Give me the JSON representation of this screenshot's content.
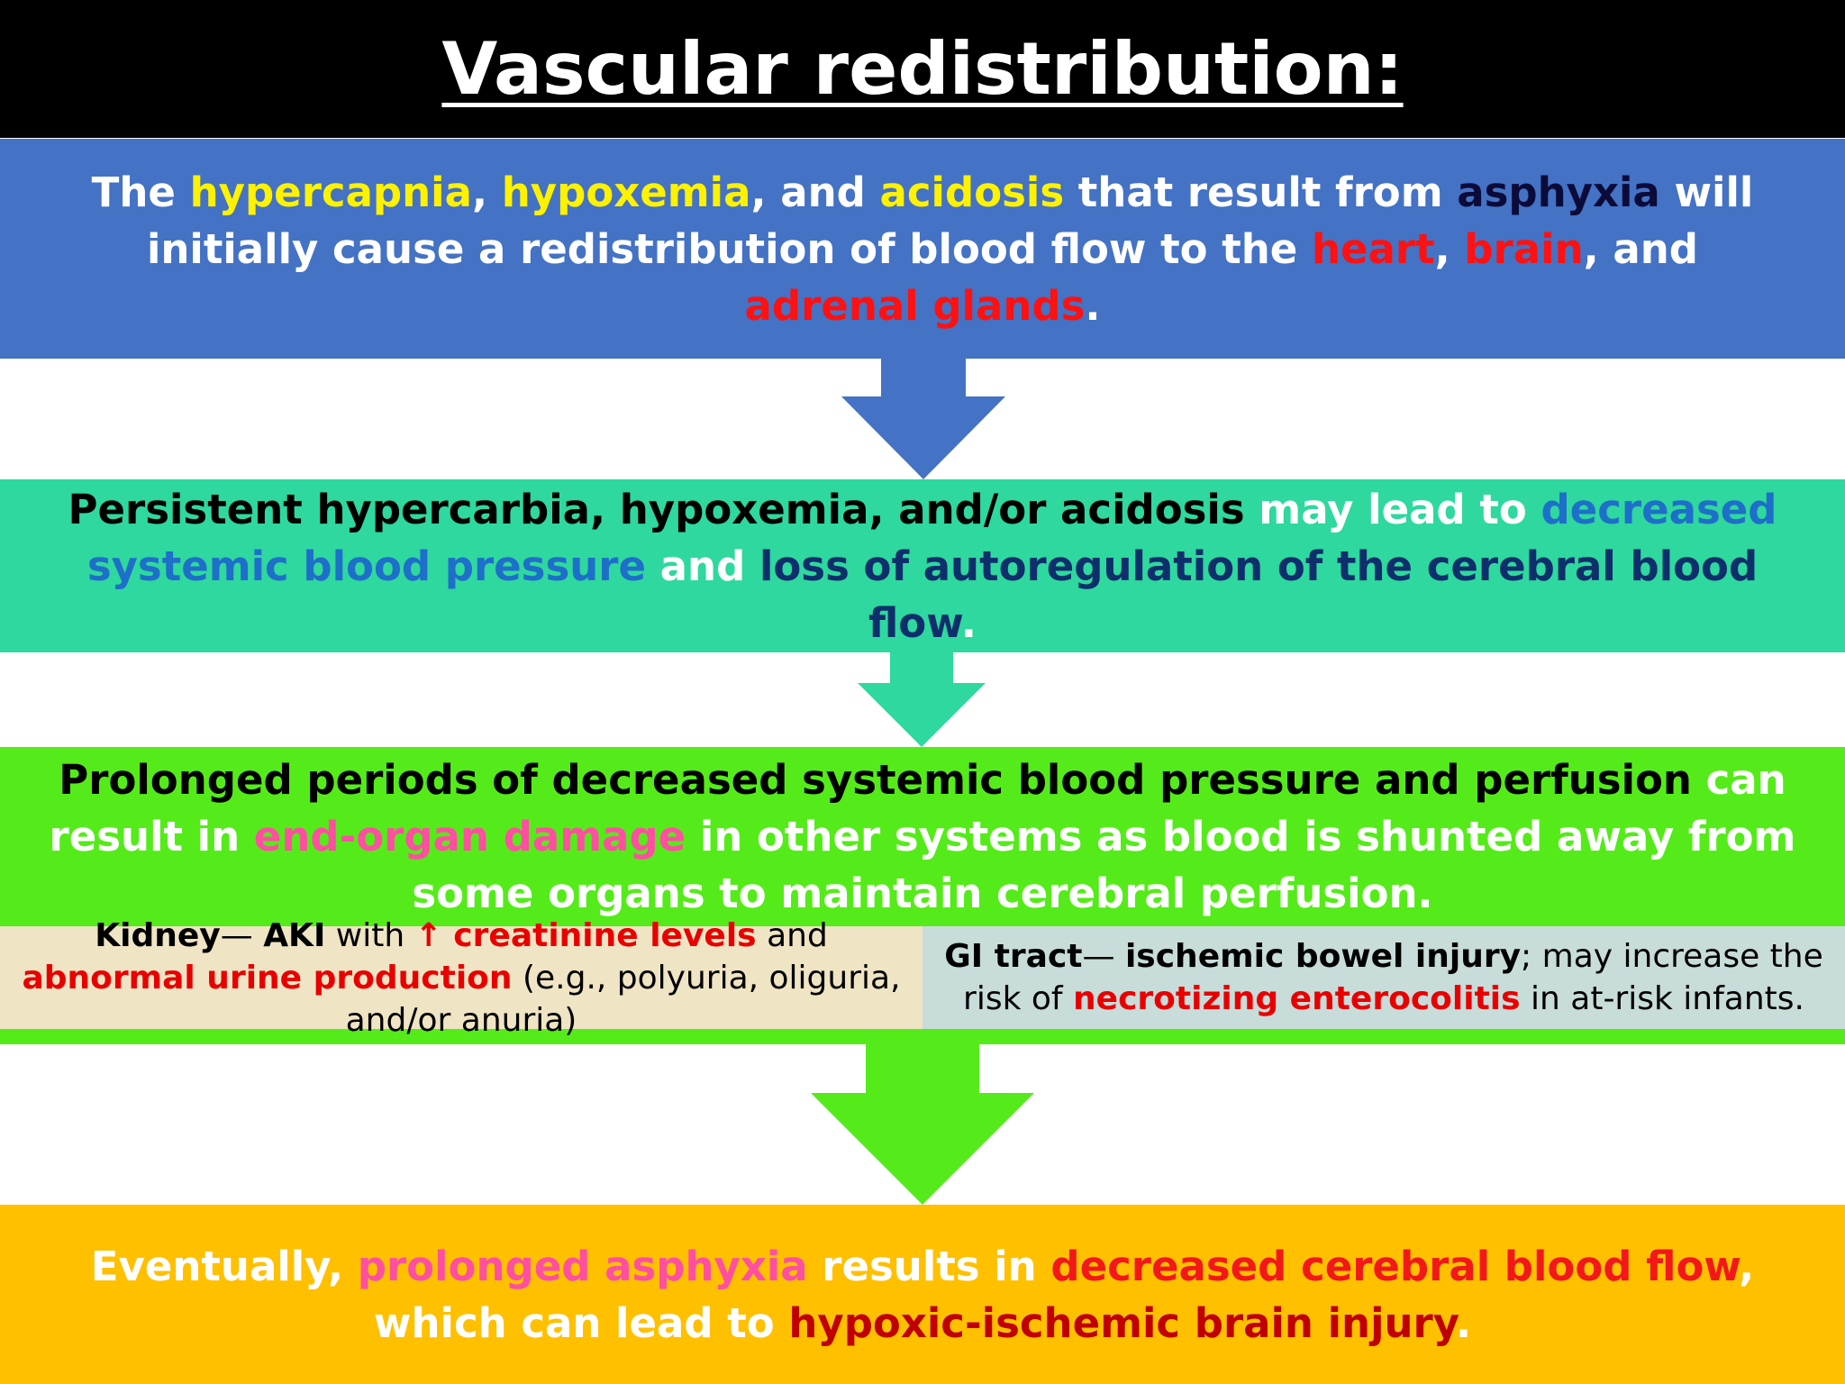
{
  "title": "Vascular redistribution:",
  "colors": {
    "title_bg": "#000000",
    "box1_bg": "#4472C4",
    "box2_bg": "#2ED89E",
    "box3_bg": "#55EB1A",
    "box4_bg": "#FFC000",
    "kidney_bg": "#EFE4C3",
    "gi_bg": "#C8DCDA",
    "highlight_yellow": "#FFF200",
    "highlight_red": "#FF1111",
    "highlight_pink": "#FF4FA0"
  },
  "box1": {
    "s1": "The ",
    "s2": "hypercapnia",
    "s3": ", ",
    "s4": "hypoxemia",
    "s5": ", and ",
    "s6": "acidosis",
    "s7": " that result from ",
    "s8": "asphyxia",
    "s9": " will initially cause a redistribution of blood flow to the ",
    "s10": "heart",
    "s11": ", ",
    "s12": "brain",
    "s13": ", and ",
    "s14": "adrenal glands",
    "s15": "."
  },
  "box2": {
    "s1": "Persistent hypercarbia, hypoxemia, and/or acidosis",
    "s2": " may lead to ",
    "s3": "decreased systemic blood pressure",
    "s4": " and ",
    "s5": "loss of autoregulation of the cerebral blood flow",
    "s6": "."
  },
  "box3": {
    "s1": "Prolonged periods of decreased systemic blood pressure and perfusion",
    "s2": " can result in ",
    "s3": "end-organ damage",
    "s4": " in other systems as blood is shunted away from some organs to maintain cerebral perfusion."
  },
  "kidney": {
    "s1": "Kidney",
    "s2": "— ",
    "s3": "AKI",
    "s4": " with  ",
    "s5": "↑ creatinine levels",
    "s6": " and ",
    "s7": "abnormal urine production",
    "s8": " (e.g., polyuria, oliguria, and/or anuria)"
  },
  "gi": {
    "s1": "GI tract",
    "s2": "— ",
    "s3": "ischemic bowel injury",
    "s4": "; may increase the risk of ",
    "s5": "necrotizing enterocolitis",
    "s6": " in at-risk infants."
  },
  "box4": {
    "s1": "Eventually, ",
    "s2": "prolonged asphyxia",
    "s3": " results in ",
    "s4": "decreased cerebral blood flow",
    "s5": ", which can lead to ",
    "s6": "hypoxic-ischemic brain injury",
    "s7": "."
  }
}
